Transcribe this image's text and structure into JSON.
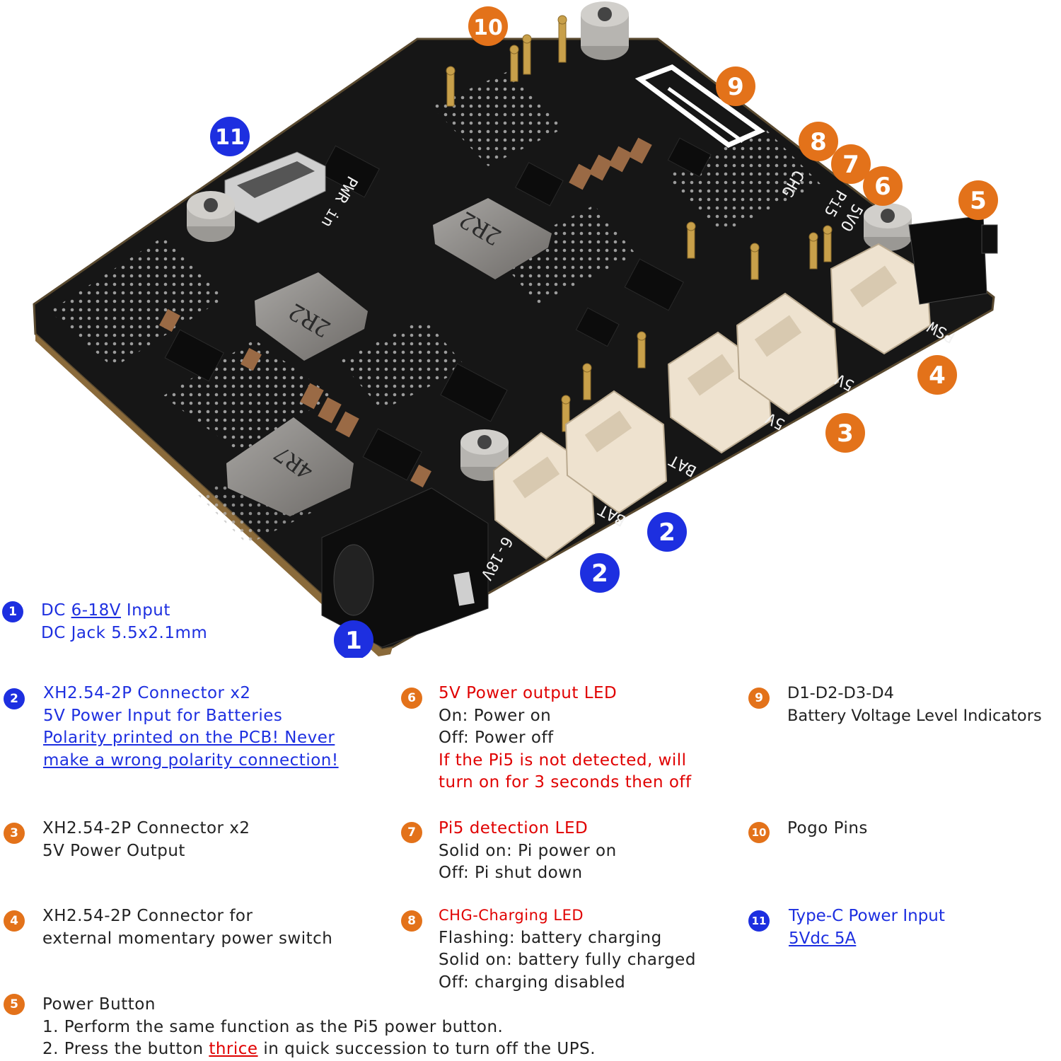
{
  "colors": {
    "blue": "#1d2fe0",
    "orange": "#e3721a",
    "red": "#e00000",
    "pcb": "#161616",
    "connector": "#eee2cf",
    "inductor": "#8c8986"
  },
  "board": {
    "callouts": {
      "c1": "1",
      "c2a": "2",
      "c2b": "2",
      "c3": "3",
      "c4": "4",
      "c5": "5",
      "c6": "6",
      "c7": "7",
      "c8": "8",
      "c9": "9",
      "c10": "10",
      "c11": "11"
    },
    "silkscreen": {
      "inductor_top": "2R2",
      "inductor_mid": "2R2",
      "inductor_low": "4R7",
      "bat1": "BAT",
      "bat2": "BAT",
      "out1": "5V",
      "out2": "5V",
      "psw": "PSW",
      "pwr_in": "PWR in",
      "chg": "CHG",
      "pi5": "Pi5",
      "5vo": "5VO",
      "dc_in": "6-18V"
    }
  },
  "legend": [
    {
      "num": "1",
      "lines": [
        {
          "pre": "DC ",
          "u": "6-18V",
          "post": " Input"
        },
        {
          "text": "DC Jack 5.5x2.1mm"
        }
      ]
    },
    {
      "num": "2",
      "lines": [
        {
          "text": "XH2.54-2P Connector x2"
        },
        {
          "text": "5V Power Input for Batteries"
        },
        {
          "text": "Polarity printed on the PCB! Never"
        },
        {
          "text": "make a wrong polarity connection!"
        }
      ]
    },
    {
      "num": "3",
      "lines": [
        {
          "text": "XH2.54-2P Connector x2"
        },
        {
          "text": "5V Power Output"
        }
      ]
    },
    {
      "num": "4",
      "lines": [
        {
          "text": "XH2.54-2P Connector for"
        },
        {
          "text": "external momentary power switch"
        }
      ]
    },
    {
      "num": "5",
      "lines": [
        {
          "text": "Power Button"
        },
        {
          "text": "1. Perform the same function as the Pi5 power button."
        },
        {
          "pre": "2. Press the button ",
          "u": "thrice",
          "post": " in quick succession to turn off the UPS."
        }
      ]
    },
    {
      "num": "6",
      "lines": [
        {
          "text": "5V Power output LED"
        },
        {
          "text": "On: Power on"
        },
        {
          "text": "Off: Power off"
        },
        {
          "text": "If the Pi5 is not detected, will"
        },
        {
          "text": "turn on for 3 seconds then off"
        }
      ]
    },
    {
      "num": "7",
      "lines": [
        {
          "text": "Pi5 detection LED"
        },
        {
          "text": "Solid on: Pi power on"
        },
        {
          "text": "Off: Pi shut down"
        }
      ]
    },
    {
      "num": "8",
      "lines": [
        {
          "text": "CHG-Charging LED"
        },
        {
          "text": "Flashing: battery charging"
        },
        {
          "text": "Solid on: battery fully charged"
        },
        {
          "text": "Off: charging disabled"
        }
      ]
    },
    {
      "num": "9",
      "lines": [
        {
          "text": "D1-D2-D3-D4"
        },
        {
          "text": "Battery Voltage Level Indicators"
        }
      ]
    },
    {
      "num": "10",
      "lines": [
        {
          "text": "Pogo Pins"
        }
      ]
    },
    {
      "num": "11",
      "lines": [
        {
          "text": "Type-C Power Input"
        },
        {
          "text": "5Vdc 5A"
        }
      ]
    }
  ]
}
